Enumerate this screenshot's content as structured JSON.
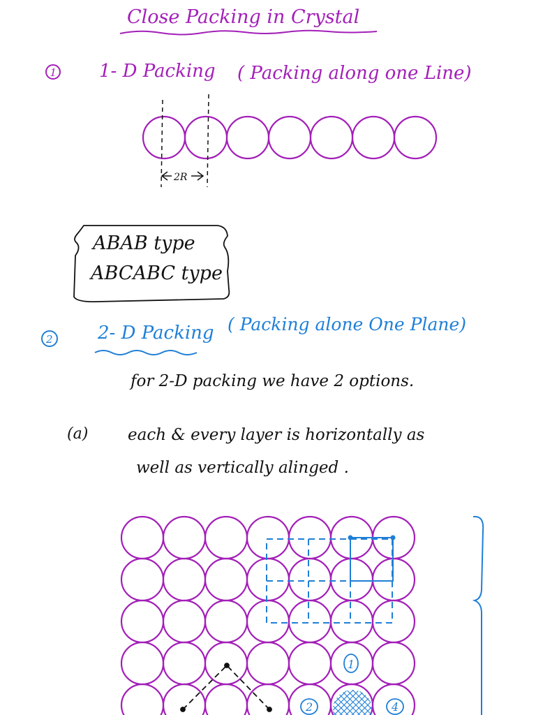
{
  "colors": {
    "purple": "#a31fb8",
    "blue": "#1f7fd6",
    "black": "#111111"
  },
  "title": "Close Packing in Crystal",
  "section1": {
    "number": "1",
    "heading": "1- D Packing",
    "subheading": "( Packing along one Line)",
    "dimension_label": "2R",
    "circle_count": 7
  },
  "box": {
    "line1": "ABAB type",
    "line2": "ABCABC type"
  },
  "section2": {
    "number": "2",
    "heading": "2- D Packing",
    "subheading": "( Packing alone One Plane)",
    "intro": "for 2-D packing we have 2 options.",
    "option_a_label": "(a)",
    "option_a_line1": "each & every layer is horizontally as",
    "option_a_line2": "well as vertically alinged .",
    "grid_rows": 5,
    "grid_cols": 7,
    "markers": [
      "1",
      "2",
      "4"
    ]
  }
}
